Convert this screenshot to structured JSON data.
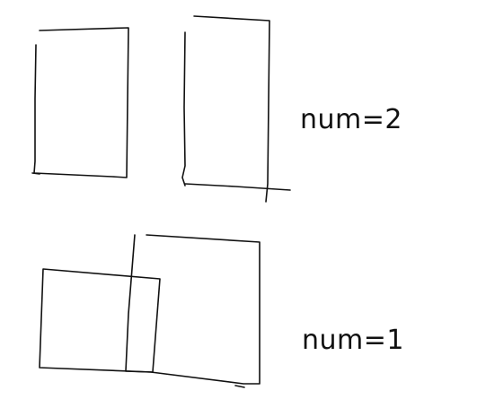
{
  "ink_color": "#111111",
  "background_color": "#ffffff",
  "scenarios": [
    {
      "label": "num=2",
      "arrangement": "separate"
    },
    {
      "label": "num=1",
      "arrangement": "overlapping"
    }
  ]
}
